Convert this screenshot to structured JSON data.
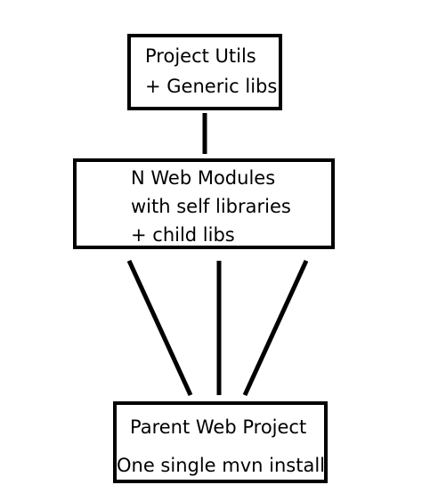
{
  "diagram": {
    "nodes": [
      {
        "id": "project-utils",
        "lines": [
          "Project Utils",
          "+ Generic libs"
        ]
      },
      {
        "id": "web-modules",
        "lines": [
          "N Web Modules",
          "with self libraries",
          "+ child libs"
        ]
      },
      {
        "id": "parent-project",
        "lines": [
          "Parent Web Project",
          "One single mvn install"
        ]
      }
    ],
    "edges": [
      {
        "from": "project-utils",
        "to": "web-modules"
      },
      {
        "from": "web-modules",
        "to": "parent-project"
      },
      {
        "from": "web-modules",
        "to": "parent-project"
      },
      {
        "from": "web-modules",
        "to": "parent-project"
      }
    ],
    "colors": {
      "stroke": "#000000",
      "background": "#ffffff"
    }
  }
}
